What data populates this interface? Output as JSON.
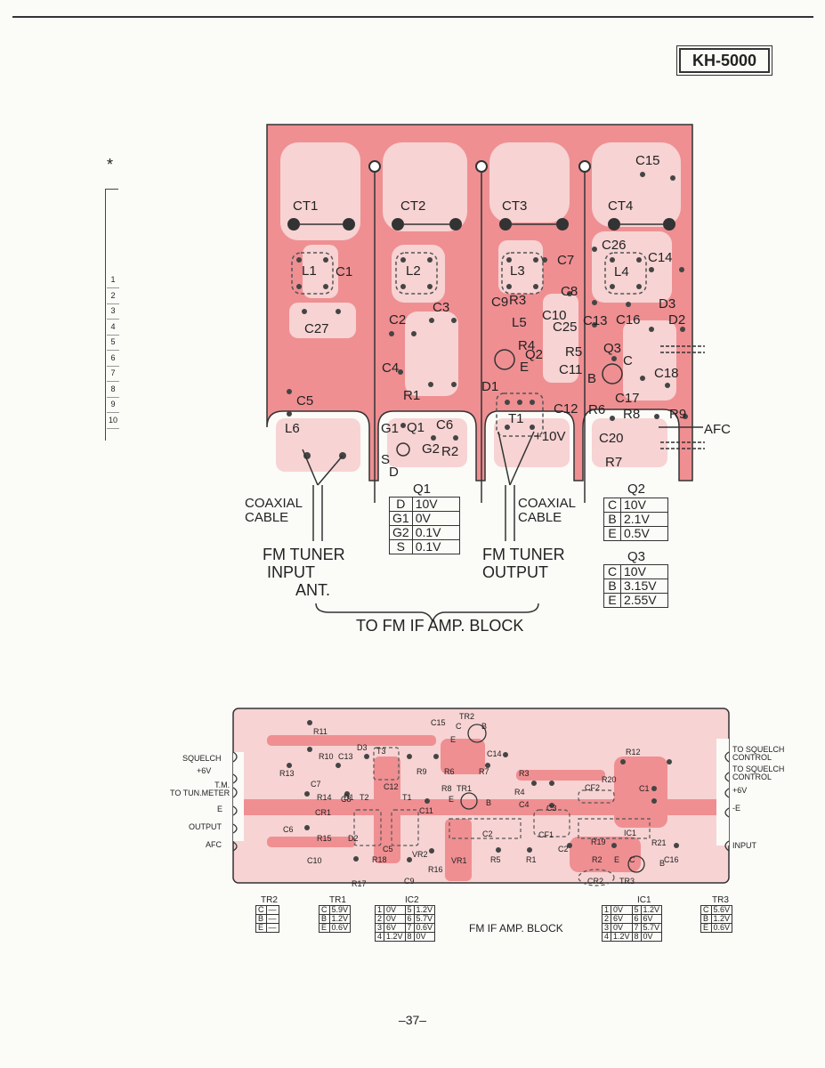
{
  "model": "KH-5000",
  "asterisk": "*",
  "side_numbers": [
    "1",
    "2",
    "3",
    "4",
    "5",
    "6",
    "7",
    "8",
    "9",
    "10"
  ],
  "tuner_board": {
    "components": [
      "CT1",
      "CT2",
      "CT3",
      "CT4",
      "C15",
      "L1",
      "C1",
      "L2",
      "L3",
      "C7",
      "L4",
      "C14",
      "C26",
      "C27",
      "C2",
      "C3",
      "C8",
      "C9",
      "R3",
      "C10",
      "C13",
      "D3",
      "D2",
      "C16",
      "L5",
      "C25",
      "R4",
      "R5",
      "Q2",
      "Q3",
      "C11",
      "C18",
      "C4",
      "D1",
      "C",
      "E",
      "B",
      "R1",
      "C5",
      "C12",
      "R6",
      "C17",
      "R8",
      "R9",
      "L6",
      "C6",
      "G1",
      "Q1",
      "G2",
      "R2",
      "S",
      "D",
      "T1",
      "C20",
      "R7",
      "+10V",
      "AFC"
    ],
    "coaxial_left": "COAXIAL\nCABLE",
    "coaxial_right": "COAXIAL\nCABLE",
    "input_label_1": "FM TUNER",
    "input_label_2": "INPUT",
    "input_label_3": "ANT.",
    "output_label_1": "FM TUNER",
    "output_label_2": "OUTPUT",
    "bracket_label": "TO FM IF AMP. BLOCK"
  },
  "q1": {
    "title": "Q1",
    "rows": [
      [
        "D",
        "10V"
      ],
      [
        "G1",
        "0V"
      ],
      [
        "G2",
        "0.1V"
      ],
      [
        "S",
        "0.1V"
      ]
    ]
  },
  "q2": {
    "title": "Q2",
    "rows": [
      [
        "C",
        "10V"
      ],
      [
        "B",
        "2.1V"
      ],
      [
        "E",
        "0.5V"
      ]
    ]
  },
  "q3": {
    "title": "Q3",
    "rows": [
      [
        "C",
        "10V"
      ],
      [
        "B",
        "3.15V"
      ],
      [
        "E",
        "2.55V"
      ]
    ]
  },
  "if_board": {
    "components": [
      "R11",
      "C15",
      "TR2",
      "C",
      "B",
      "E",
      "C14",
      "R12",
      "R10",
      "C13",
      "D3",
      "T3",
      "R9",
      "R6",
      "R7",
      "R13",
      "C7",
      "R3",
      "R20",
      "C1",
      "C12",
      "R8",
      "TR1",
      "R4",
      "CF2",
      "R14",
      "D1",
      "E",
      "B",
      "C4",
      "C8",
      "CR1",
      "T2",
      "T1",
      "C11",
      "C3",
      "C6",
      "R15",
      "D2",
      "C2",
      "CF1",
      "R19",
      "IC1",
      "R21",
      "C5",
      "VR2",
      "VR1",
      "R5",
      "R1",
      "C2",
      "C10",
      "R18",
      "R16",
      "R2",
      "E",
      "C",
      "B",
      "C16",
      "R17",
      "C9",
      "CR2",
      "TR3"
    ],
    "left_terminals": [
      "SQUELCH",
      "+6V",
      "T.M.\nTO TUN.METER",
      "E",
      "OUTPUT",
      "AFC"
    ],
    "right_terminals": [
      "TO SQUELCH\nCONTROL",
      "TO SQUELCH\nCONTROL",
      "+6V",
      "-E",
      "INPUT"
    ],
    "title": "FM IF AMP. BLOCK"
  },
  "tr2": {
    "title": "TR2",
    "rows": [
      [
        "C",
        "—"
      ],
      [
        "B",
        "—"
      ],
      [
        "E",
        "—"
      ]
    ]
  },
  "tr1": {
    "title": "TR1",
    "rows": [
      [
        "C",
        "5.9V"
      ],
      [
        "B",
        "1.2V"
      ],
      [
        "E",
        "0.6V"
      ]
    ]
  },
  "ic2": {
    "title": "IC2",
    "rows": [
      [
        "1",
        "0V",
        "5",
        "1.2V"
      ],
      [
        "2",
        "0V",
        "6",
        "5.7V"
      ],
      [
        "3",
        "6V",
        "7",
        "0.6V"
      ],
      [
        "4",
        "1.2V",
        "8",
        "0V"
      ]
    ]
  },
  "ic1": {
    "title": "IC1",
    "rows": [
      [
        "1",
        "0V",
        "5",
        "1.2V"
      ],
      [
        "2",
        "6V",
        "6",
        "6V"
      ],
      [
        "3",
        "0V",
        "7",
        "5.7V"
      ],
      [
        "4",
        "1.2V",
        "8",
        "0V"
      ]
    ]
  },
  "tr3": {
    "title": "TR3",
    "rows": [
      [
        "C",
        "5.6V"
      ],
      [
        "B",
        "1.2V"
      ],
      [
        "E",
        "0.6V"
      ]
    ]
  },
  "page_number": "–37–",
  "colors": {
    "pcb_red": "#ef8f92",
    "pcb_light": "#f7d3d3",
    "ink": "#2a2a2a"
  }
}
